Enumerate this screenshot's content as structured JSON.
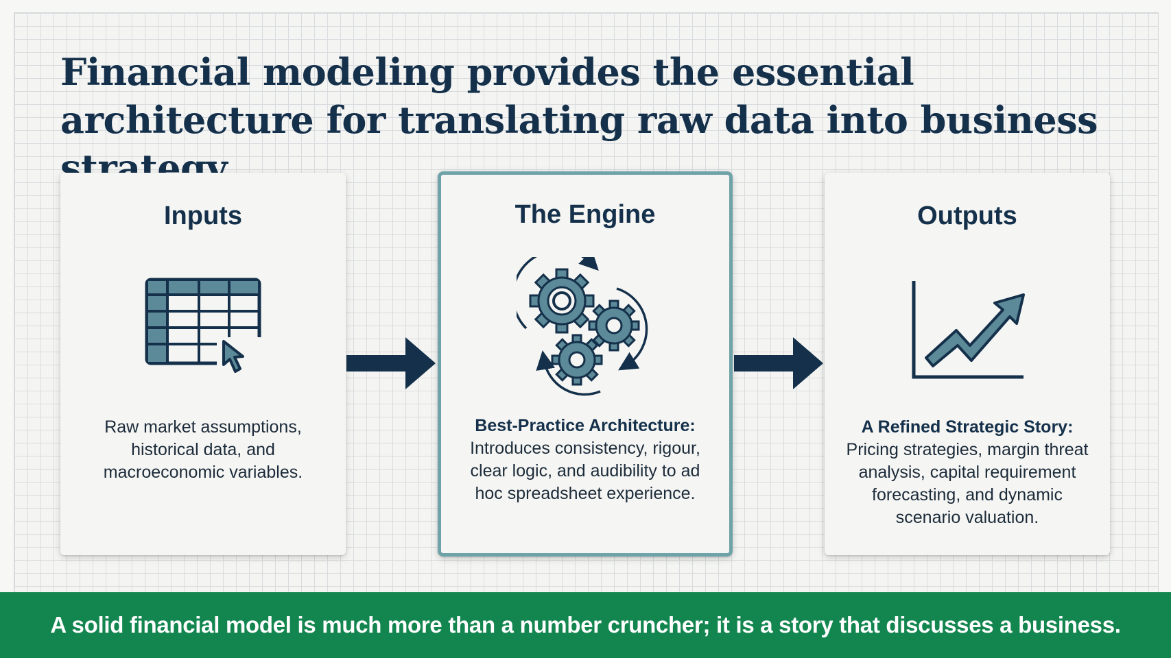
{
  "title": "Financial modeling provides the essential architecture for translating raw data into business strategy",
  "colors": {
    "navy": "#14304a",
    "teal": "#6fa3a9",
    "slate": "#5d8a98",
    "green": "#138650"
  },
  "cards": [
    {
      "title": "Inputs",
      "icon": "spreadsheet-cursor-icon",
      "lead": "",
      "text": "Raw market assumptions, historical data, and macroeconomic variables."
    },
    {
      "title": "The Engine",
      "icon": "gears-cycle-icon",
      "lead": "Best-Practice Architecture:",
      "text": "Introduces consistency, rigour, clear logic, and audibility to ad hoc spreadsheet experience."
    },
    {
      "title": "Outputs",
      "icon": "growth-chart-icon",
      "lead": "A Refined Strategic Story:",
      "text": "Pricing strategies, margin threat analysis, capital requirement forecasting, and dynamic scenario valuation."
    }
  ],
  "footer": "A solid financial model is much more than a number cruncher; it is a story that discusses a business."
}
